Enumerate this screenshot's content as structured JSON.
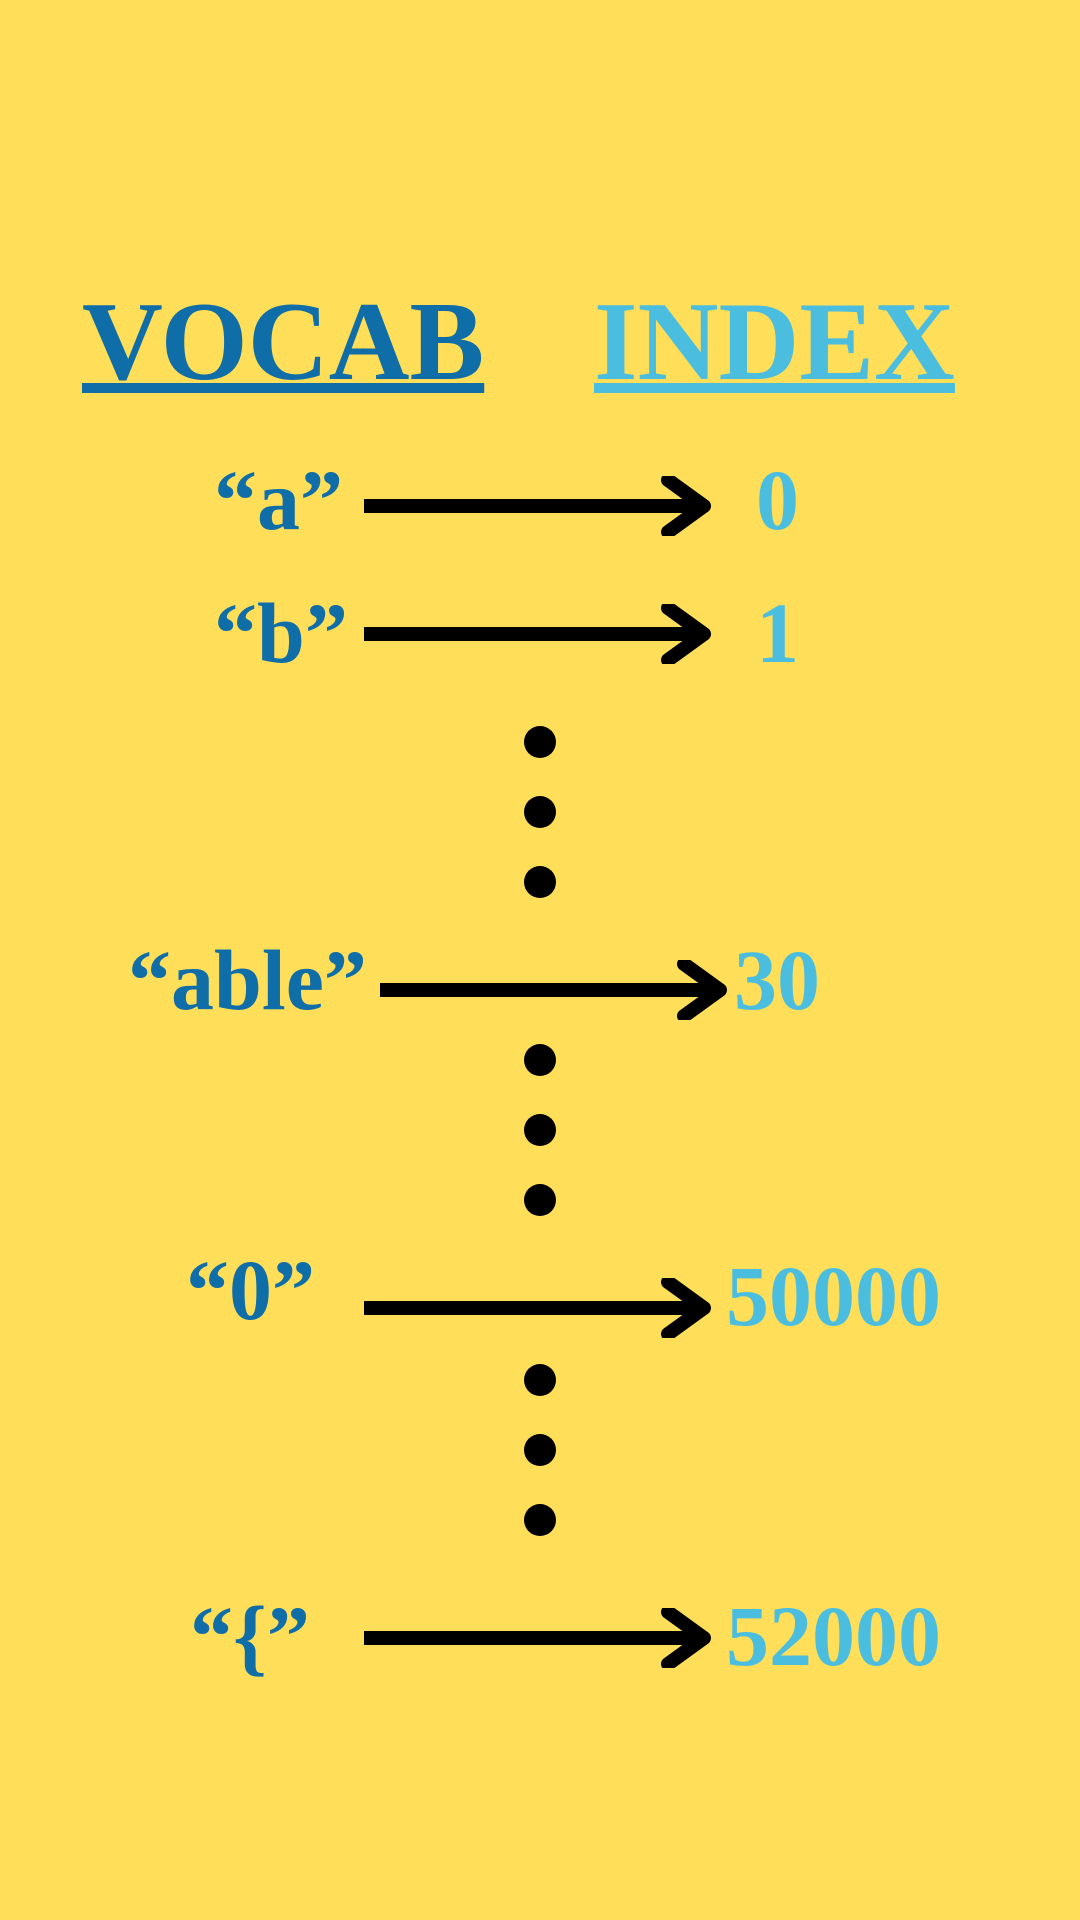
{
  "headings": {
    "vocab": "VOCAB",
    "index": "INDEX"
  },
  "mappings": [
    {
      "token": "“a”",
      "index": "0"
    },
    {
      "token": "“b”",
      "index": "1"
    },
    {
      "token": "“able”",
      "index": "30"
    },
    {
      "token": "“0”",
      "index": "50000"
    },
    {
      "token": "“{”",
      "index": "52000"
    }
  ],
  "colors": {
    "background": "#FFDE59",
    "vocab": "#0F6DA8",
    "index": "#4BBEDF",
    "arrow": "#000000"
  }
}
